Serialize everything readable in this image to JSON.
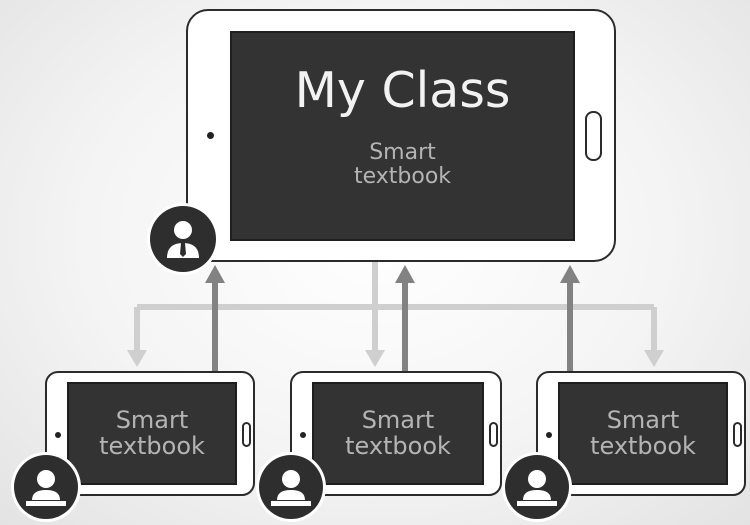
{
  "teacher_device": {
    "title": "My Class",
    "subtitle": [
      "Smart",
      "textbook"
    ]
  },
  "student_devices": [
    {
      "label": [
        "Smart",
        "textbook"
      ]
    },
    {
      "label": [
        "Smart",
        "textbook"
      ]
    },
    {
      "label": [
        "Smart",
        "textbook"
      ]
    }
  ],
  "colors": {
    "downlink": "#cfcfcf",
    "uplink": "#828282",
    "screen": "#333333",
    "avatar": "#2e2e2e"
  },
  "icons": [
    "teacher-icon",
    "student-icon"
  ]
}
